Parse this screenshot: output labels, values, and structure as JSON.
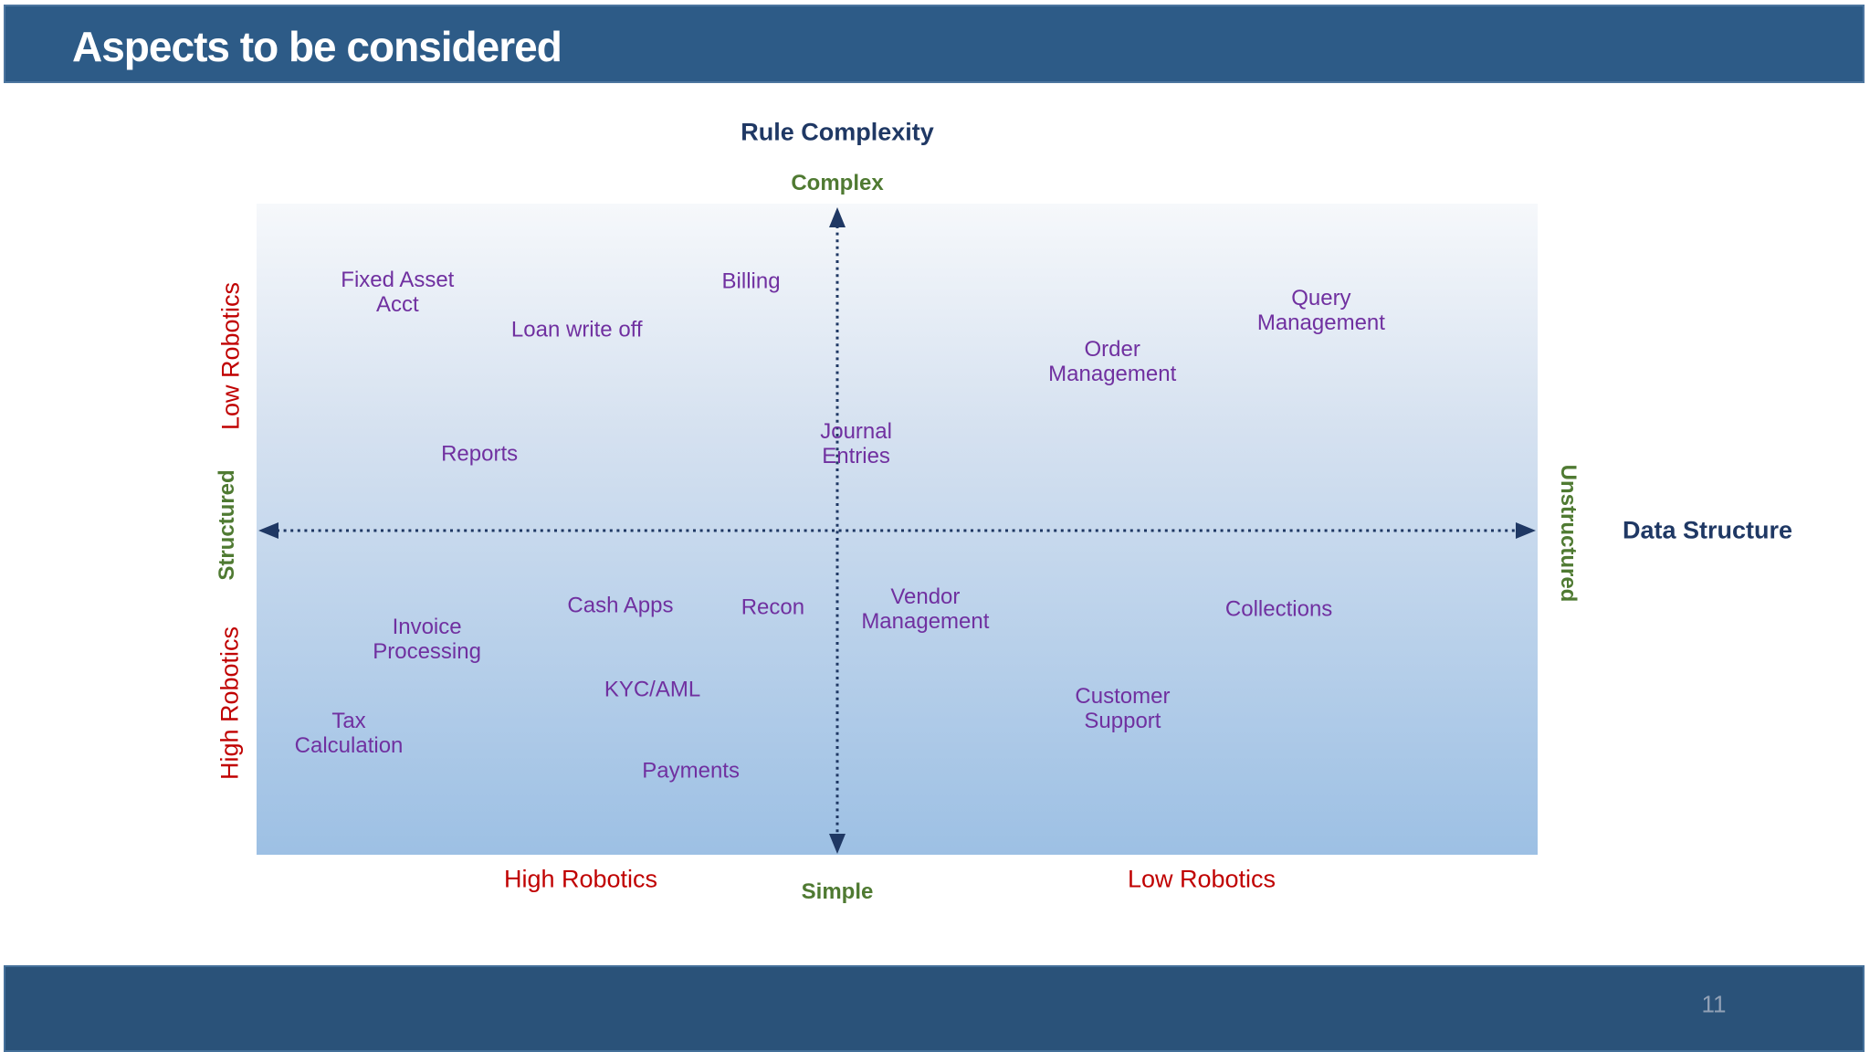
{
  "slide": {
    "title": "Aspects to be considered",
    "page_number": "11"
  },
  "colors": {
    "header_bar": "#2D5B87",
    "footer_bar": "#2A5279",
    "item_text": "#7030A0",
    "axis_navy": "#1F3864",
    "green_label": "#4F7A32",
    "red_label": "#C00000",
    "chart_gradient_top": "#F6F8FB",
    "chart_gradient_bottom": "#9DC0E4"
  },
  "chart_data": {
    "type": "scatter",
    "title": "Rule Complexity",
    "y_axis": {
      "title": "Rule Complexity",
      "top_label": "Complex",
      "bottom_label": "Simple",
      "range": [
        0,
        100
      ]
    },
    "x_axis": {
      "title": "Data Structure",
      "left_label": "Structured",
      "right_label": "Unstructured",
      "range": [
        0,
        100
      ]
    },
    "side_labels": {
      "left_top": "Low Robotics",
      "left_bottom": "High Robotics",
      "bottom_left": "High Robotics",
      "bottom_right": "Low Robotics"
    },
    "legend_position": "none",
    "grid": false,
    "items": [
      {
        "label": "Fixed Asset\nAcct",
        "x": 11.0,
        "y": 86.4
      },
      {
        "label": "Loan write off",
        "x": 25.0,
        "y": 80.6
      },
      {
        "label": "Billing",
        "x": 38.6,
        "y": 88.1
      },
      {
        "label": "Query\nManagement",
        "x": 83.1,
        "y": 83.6
      },
      {
        "label": "Order\nManagement",
        "x": 66.8,
        "y": 75.7
      },
      {
        "label": "Reports",
        "x": 17.4,
        "y": 61.6
      },
      {
        "label": "Journal\nEntries",
        "x": 46.8,
        "y": 63.1
      },
      {
        "label": "Cash Apps",
        "x": 28.4,
        "y": 38.3
      },
      {
        "label": "Recon",
        "x": 40.3,
        "y": 38.0
      },
      {
        "label": "Vendor\nManagement",
        "x": 52.2,
        "y": 37.7
      },
      {
        "label": "Collections",
        "x": 79.8,
        "y": 37.7
      },
      {
        "label": "Invoice\nProcessing",
        "x": 13.3,
        "y": 33.1
      },
      {
        "label": "KYC/AML",
        "x": 30.9,
        "y": 25.4
      },
      {
        "label": "Customer\nSupport",
        "x": 67.6,
        "y": 22.4
      },
      {
        "label": "Tax\nCalculation",
        "x": 7.2,
        "y": 18.7
      },
      {
        "label": "Payments",
        "x": 33.9,
        "y": 12.9
      }
    ]
  }
}
